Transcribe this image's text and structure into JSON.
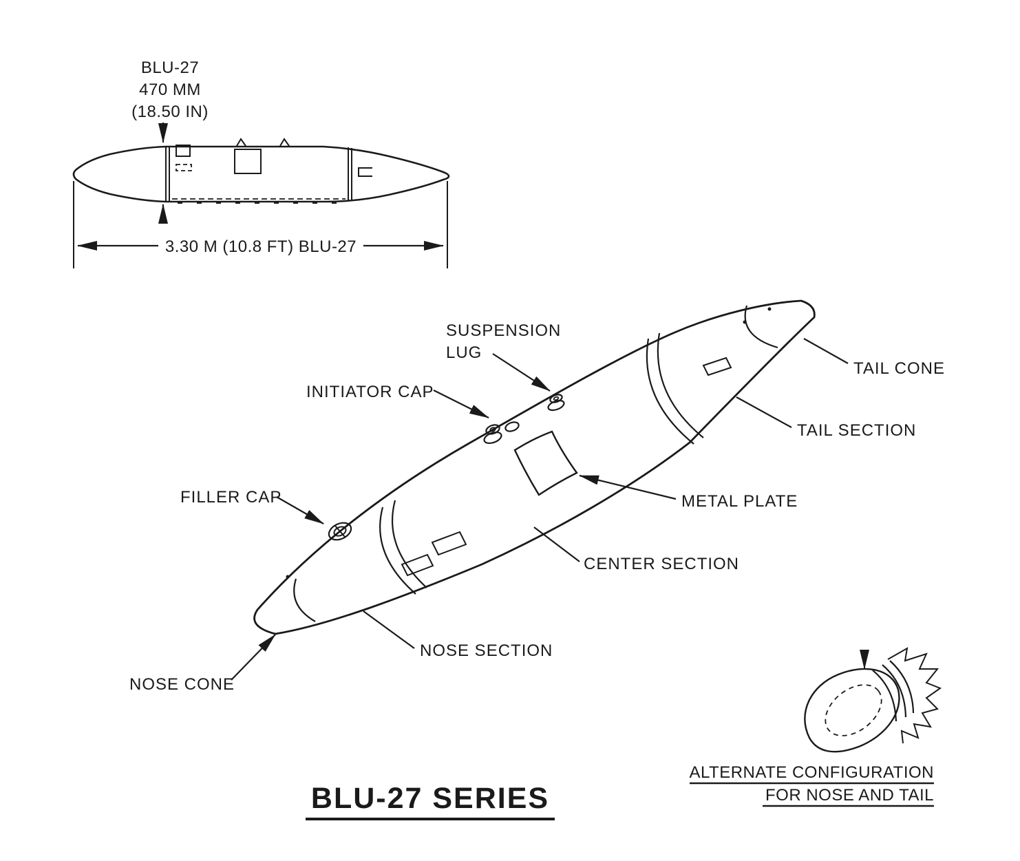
{
  "diagram": {
    "title": "BLU-27 SERIES",
    "side_view": {
      "height_label": [
        "BLU-27",
        "470 MM",
        "(18.50 IN)"
      ],
      "length_label": "3.30 M (10.8 FT) BLU-27"
    },
    "callouts": {
      "suspension_lug": [
        "SUSPENSION",
        "LUG"
      ],
      "initiator_cap": "INITIATOR CAP",
      "filler_cap": "FILLER CAP",
      "tail_cone": "TAIL CONE",
      "tail_section": "TAIL SECTION",
      "metal_plate": "METAL PLATE",
      "center_section": "CENTER SECTION",
      "nose_section": "NOSE SECTION",
      "nose_cone": "NOSE CONE"
    },
    "alternate_note": [
      "ALTERNATE CONFIGURATION",
      "FOR NOSE AND TAIL"
    ]
  },
  "colors": {
    "ink": "#1a1a1a",
    "background": "#ffffff"
  }
}
